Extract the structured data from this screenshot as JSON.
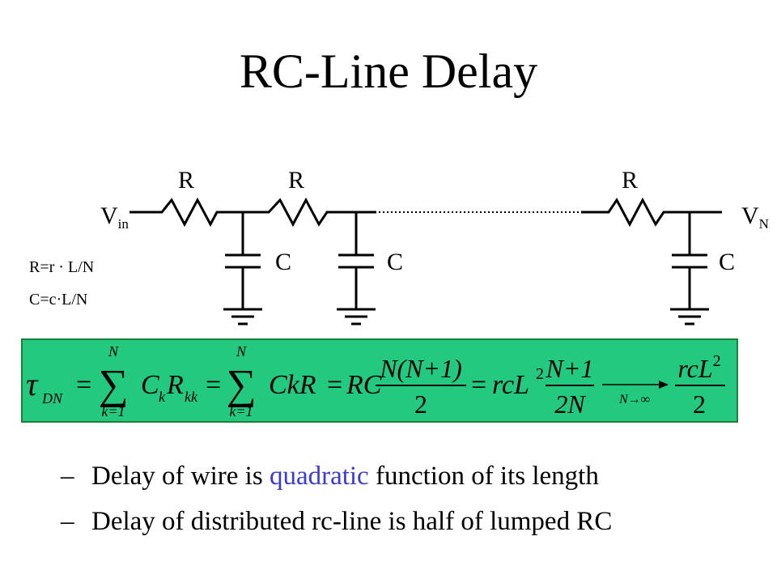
{
  "title": "RC-Line Delay",
  "circuit": {
    "resistor_labels": [
      "R",
      "R",
      "R"
    ],
    "capacitor_labels": [
      "C",
      "C",
      "C"
    ],
    "vin": {
      "main": "V",
      "sub": "in"
    },
    "vn": {
      "main": "V",
      "sub": "N"
    },
    "eq_r": "R=r · L/N",
    "eq_c": "C=c·L/N"
  },
  "formula": {
    "tau": "τ",
    "tau_sub": "DN",
    "eq": "=",
    "sigma": "∑",
    "sum_top": "N",
    "sum_bottom": "k=1",
    "term1_c": "C",
    "term1_c_sub": "k",
    "term1_r": "R",
    "term1_r_sub": "kk",
    "term2": "CkR",
    "rc": "RC",
    "frac1_num": "N(N+1)",
    "frac1_den": "2",
    "rcl": "rcL",
    "sq": "2",
    "frac2_num": "N+1",
    "frac2_den": "2N",
    "limit": "N→∞",
    "frac3_num_base": "rcL",
    "frac3_num_sq": "2",
    "frac3_den": "2"
  },
  "bullets": {
    "dash": "–",
    "b1_pre": "Delay of wire is ",
    "b1_hl": "quadratic",
    "b1_post": " function of its length",
    "b2": "Delay of distributed rc-line is half of lumped RC"
  },
  "colors": {
    "formula_bg": "#22c97f",
    "formula_border": "#1c7f3a",
    "highlight": "#3a3ad6"
  }
}
